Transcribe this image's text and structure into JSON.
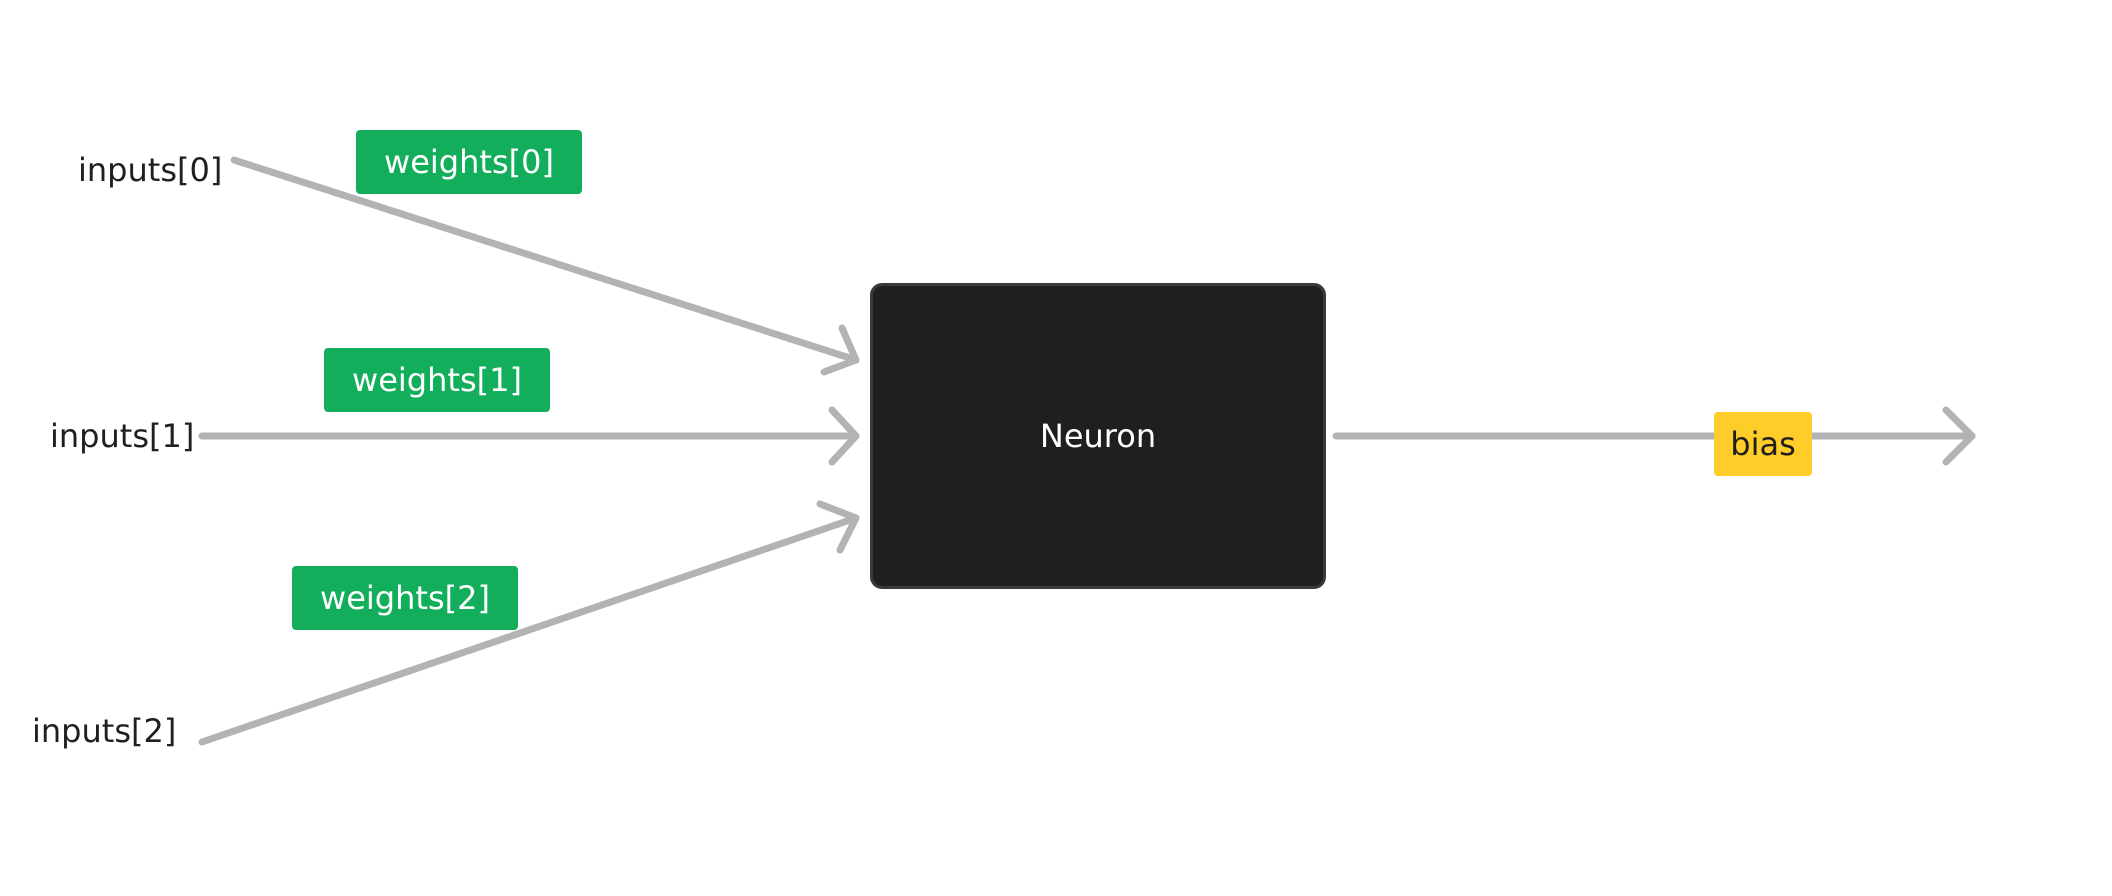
{
  "inputs": [
    {
      "label": "inputs[0]"
    },
    {
      "label": "inputs[1]"
    },
    {
      "label": "inputs[2]"
    }
  ],
  "weights": [
    {
      "label": "weights[0]"
    },
    {
      "label": "weights[1]"
    },
    {
      "label": "weights[2]"
    }
  ],
  "neuron": {
    "label": "Neuron"
  },
  "bias": {
    "label": "bias"
  },
  "colors": {
    "edge": "#b3b3b3",
    "weight_tag": "#13ae5c",
    "neuron_fill": "#1f1f1f",
    "bias_tag": "#ffcd29",
    "text": "#1f1f1f"
  }
}
